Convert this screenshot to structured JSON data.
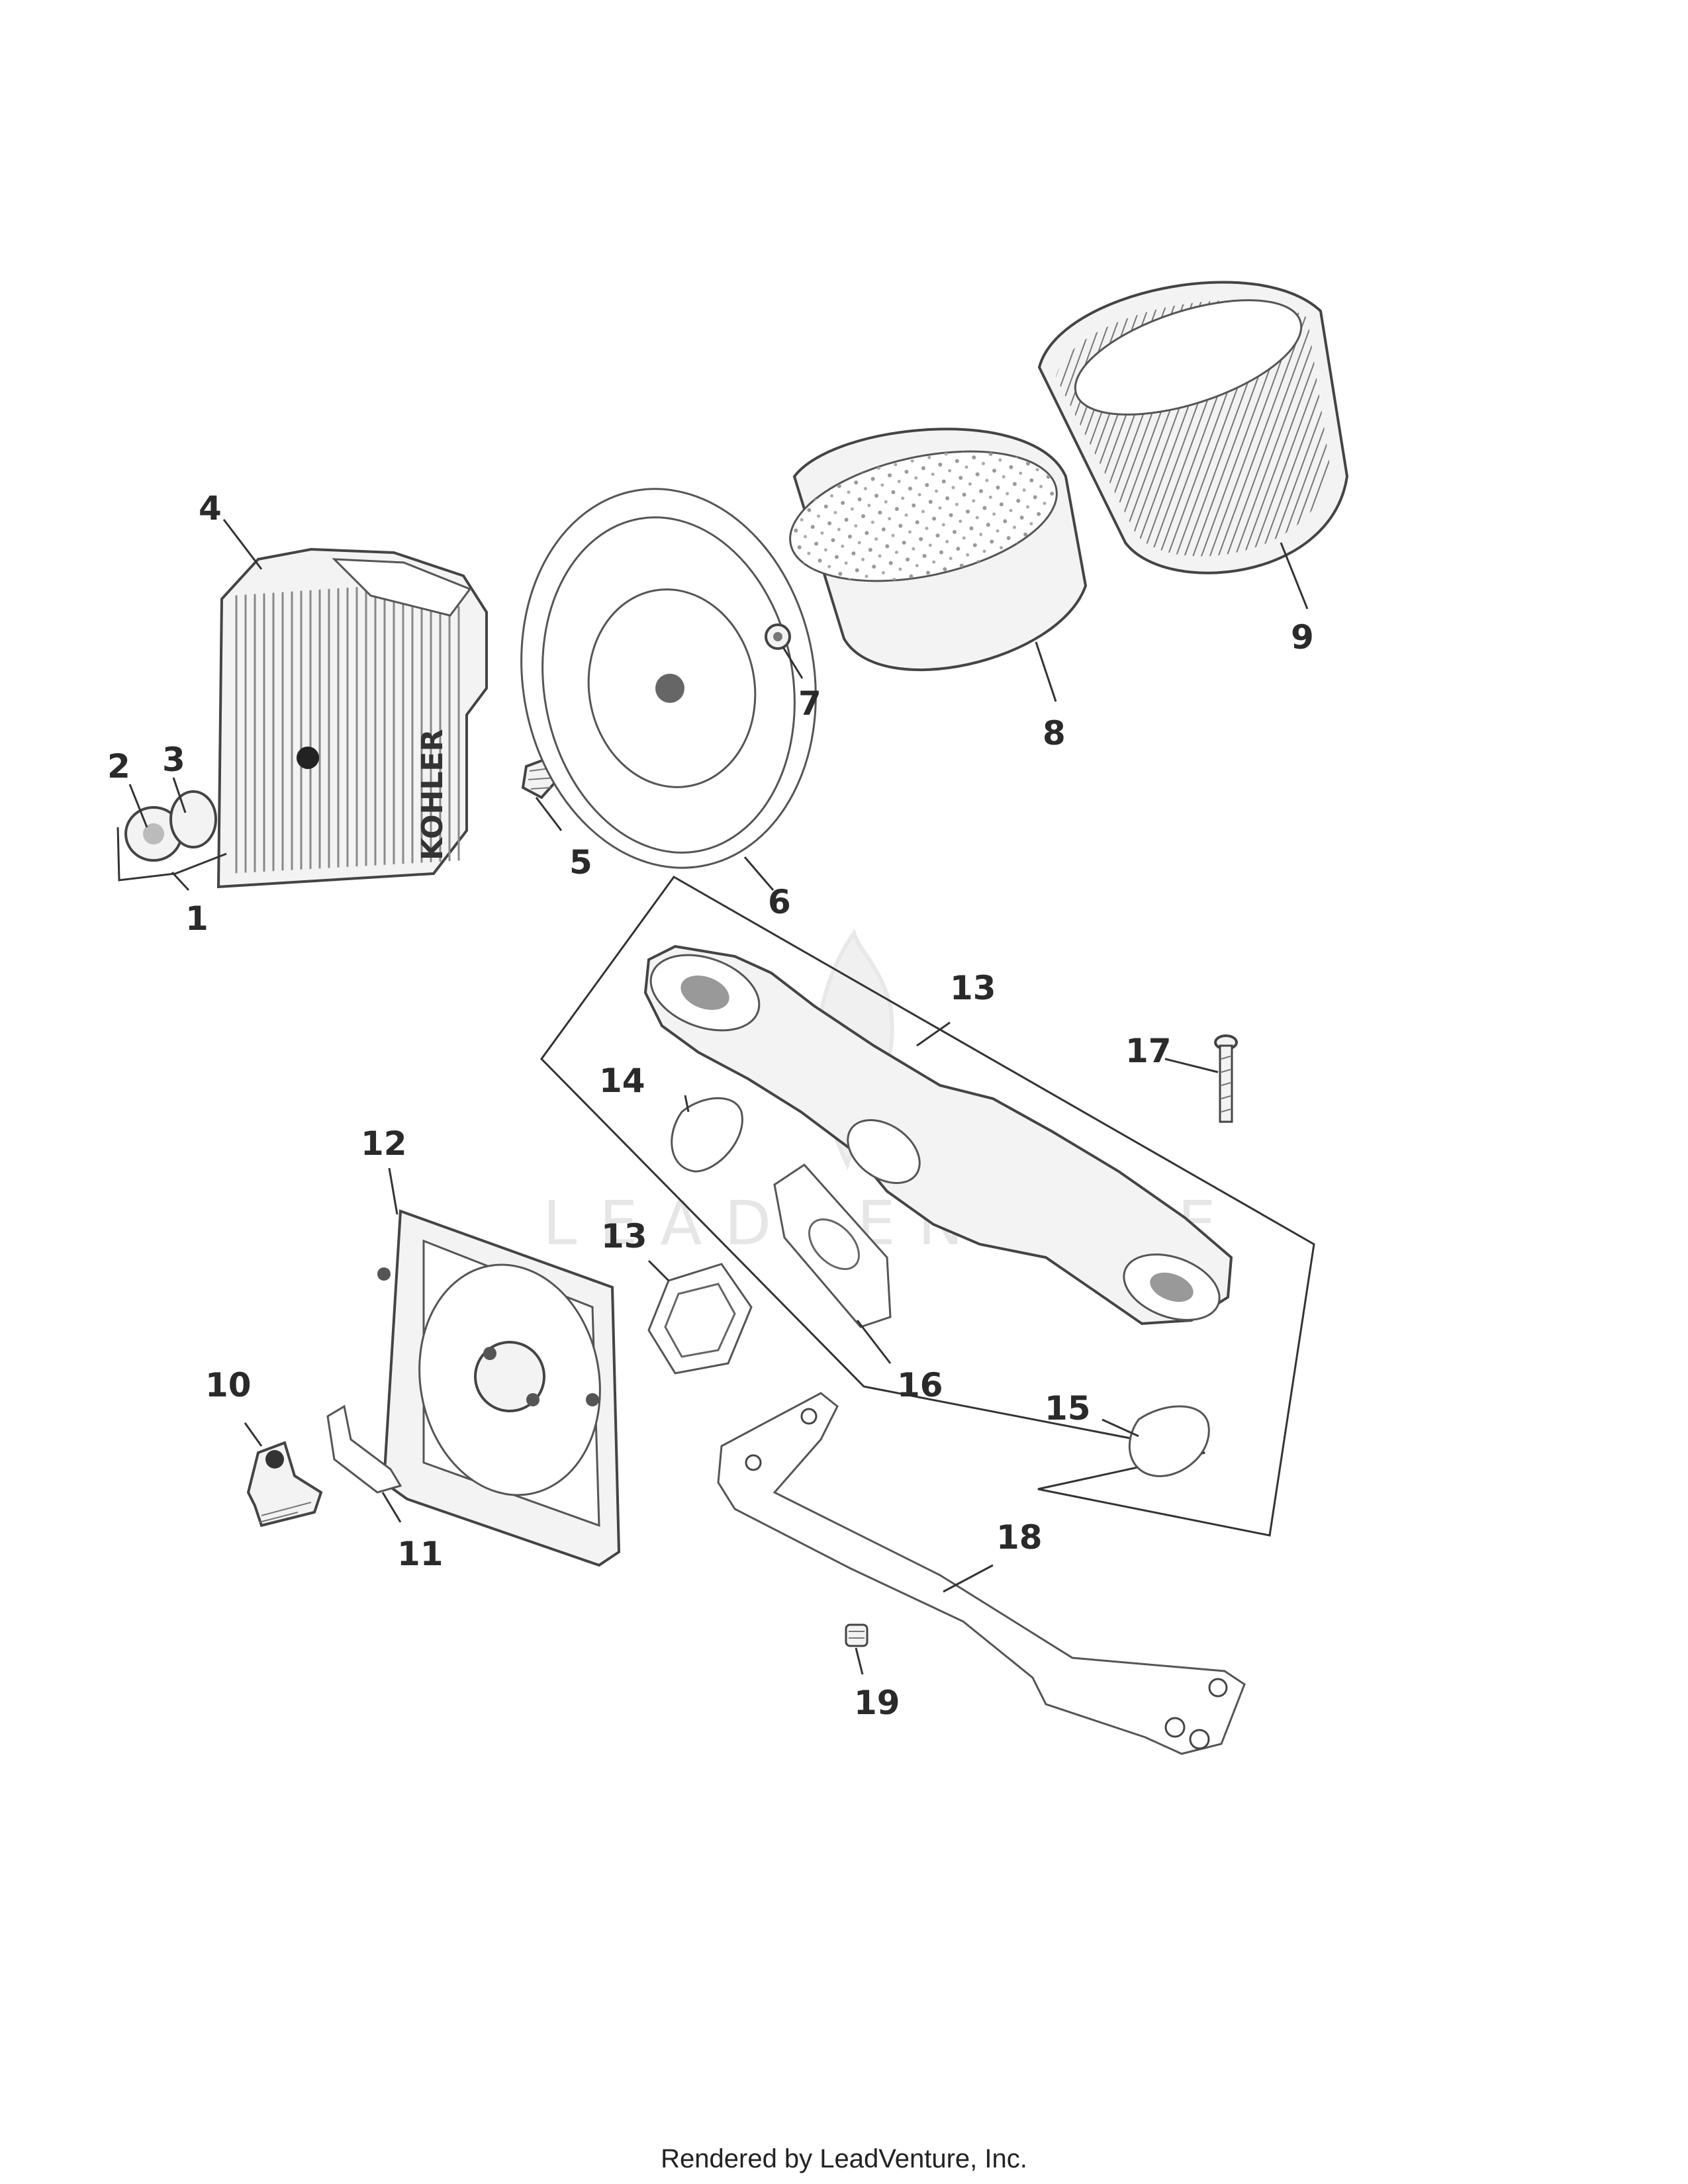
{
  "diagram": {
    "callouts": [
      "1",
      "2",
      "3",
      "4",
      "5",
      "6",
      "7",
      "8",
      "9",
      "10",
      "11",
      "12",
      "13",
      "14",
      "15",
      "15",
      "16",
      "17",
      "18",
      "19"
    ],
    "cover_brand": "KOHLER",
    "watermark": "LEADVENTURE"
  },
  "footer": {
    "text": "Rendered by LeadVenture, Inc."
  }
}
